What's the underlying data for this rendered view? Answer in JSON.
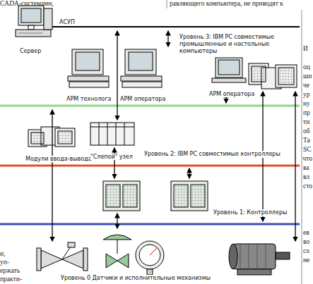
{
  "diagram": {
    "nodes": [
      {
        "text": [
          "Сервер"
        ]
      },
      {
        "text": [
          "АРМ технолога"
        ]
      },
      {
        "text": [
          "АРМ оператора"
        ]
      },
      {
        "text": [
          "АРМ оператора"
        ]
      },
      {
        "text": [
          "Модули ввода-вывода"
        ]
      },
      {
        "text": [
          "\"Слепой\" узел"
        ]
      }
    ],
    "labels": [
      "АСУП",
      "Уровень 3: IBM PC совместимые промышленные и настольные компьютеры",
      "Уровень 2: IBM PC совместимые контроллеры",
      "Уровень 1: Контроллеры",
      "Уровень 0 Датчики и исполнительные механизмы",
      "CADA-системами,",
      "равляющего компьютера, не приводят к",
      "и,",
      "уп-",
      "ержать",
      "практи-",
      "И",
      "оц",
      "ши",
      "че",
      "ур",
      "ну",
      "пр",
      "ти",
      "об",
      "Та",
      "SC",
      "что",
      "ва",
      "вл",
      "сто",
      "ев",
      "во",
      "со",
      "не"
    ]
  }
}
